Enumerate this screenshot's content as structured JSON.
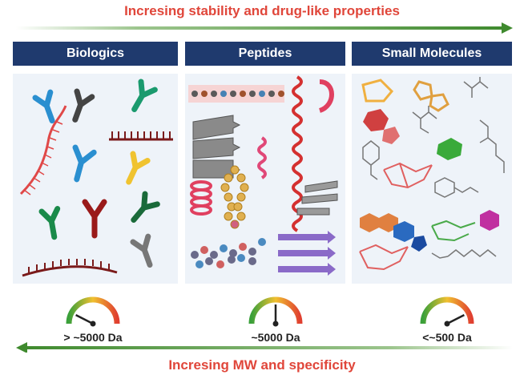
{
  "top_title": "Incresing stability and drug-like properties",
  "bottom_title": "Incresing MW and specificity",
  "columns": [
    {
      "header": "Biologics",
      "mw_label": "> ~5000 Da",
      "gauge_level": 0.15
    },
    {
      "header": "Peptides",
      "mw_label": "~5000 Da",
      "gauge_level": 0.5
    },
    {
      "header": "Small Molecules",
      "mw_label": "<~500 Da",
      "gauge_level": 0.85
    }
  ],
  "colors": {
    "title_red": "#e0463a",
    "arrow_green": "#3f8a2e",
    "header_navy": "#1f3a6e",
    "panel_bg": "#eef3f9"
  }
}
